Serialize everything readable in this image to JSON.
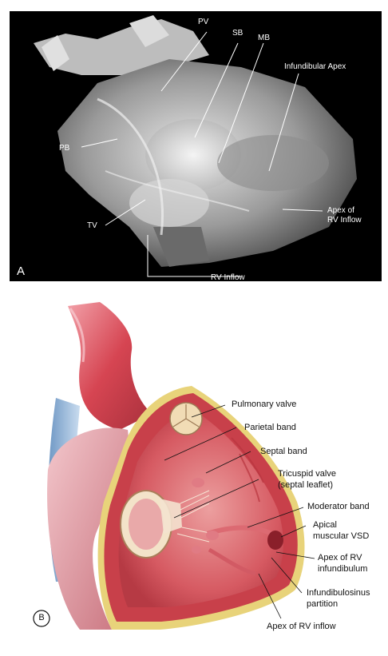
{
  "panel_a": {
    "letter": "A",
    "labels": {
      "pv": "PV",
      "sb": "SB",
      "mb": "MB",
      "infundibular_apex": "Infundibular Apex",
      "pb": "PB",
      "tv": "TV",
      "apex_rv_inflow_line1": "Apex of",
      "apex_rv_inflow_line2": "RV Inflow",
      "rv_inflow": "RV Inflow"
    }
  },
  "panel_b": {
    "letter": "B",
    "labels": {
      "pulmonary_valve": "Pulmonary valve",
      "parietal_band": "Parietal band",
      "septal_band": "Septal band",
      "tricuspid_line1": "Tricuspid valve",
      "tricuspid_line2": "(septal leaflet)",
      "moderator_band": "Moderator band",
      "apical_vsd_line1": "Apical",
      "apical_vsd_line2": "muscular VSD",
      "apex_infundibulum_line1": "Apex of RV",
      "apex_infundibulum_line2": "infundibulum",
      "infundibulosinus_line1": "Infundibulosinus",
      "infundibulosinus_line2": "partition",
      "apex_rv_inflow": "Apex of RV inflow"
    }
  },
  "colors": {
    "photo_bg": "#000000",
    "myocardium_red": "#c8404a",
    "inner_pink": "#e59a9a",
    "aorta_red": "#d64552",
    "vein_blue": "#8fb4d6",
    "epicardium_yellow": "#e8d37a"
  }
}
